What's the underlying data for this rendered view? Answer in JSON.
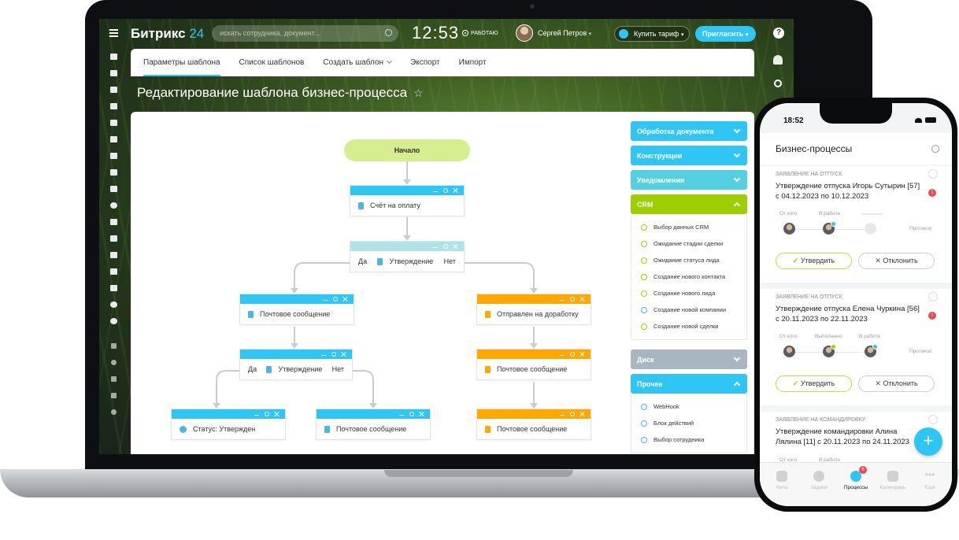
{
  "laptop": {
    "brand": "Битрикс",
    "brand_num": "24",
    "search_placeholder": "искать сотрудника, документ...",
    "time": "12:53",
    "work_status": "РАБОТАЮ",
    "user_name": "Сергей Петров",
    "buy_label": "Купить тариф",
    "invite_label": "Пригласить",
    "help": "?",
    "tabs": [
      "Параметры шаблона",
      "Список шаблонов",
      "Создать шаблон",
      "Экспорт",
      "Импорт"
    ],
    "page_title": "Редактирование шаблона бизнес-процесса",
    "star": "☆",
    "flow": {
      "start": "Начало",
      "invoice": "Счёт на оплату",
      "approval1": {
        "yes": "Да",
        "label": "Утверждение",
        "no": "Нет"
      },
      "mail1": "Почтовое сообщение",
      "revise": "Отправлен на доработку",
      "approval2": {
        "yes": "Да",
        "label": "Утверждение",
        "no": "Нет"
      },
      "mail2": "Почтовое сообщение",
      "status": "Статус: Утвержден",
      "mail3": "Почтовое сообщение",
      "mail4": "Почтовое сообщение"
    },
    "panel": {
      "doc_processing": "Обработка документа",
      "constructs": "Конструкции",
      "notifications": "Уведомления",
      "crm": "CRM",
      "crm_items": [
        "Выбор данных CRM",
        "Ожидание стадии сделки",
        "Ожидание статуса лида",
        "Создание нового контакта",
        "Создание нового лида",
        "Создание новой компании",
        "Создание новой сделки"
      ],
      "disk": "Диск",
      "other": "Прочее",
      "other_items": [
        "WebHook",
        "Блок действий",
        "Выбор сотрудника"
      ]
    }
  },
  "phone": {
    "time": "18:52",
    "title": "Бизнес-процессы",
    "cards": [
      {
        "category": "ЗАЯВЛЕНИЕ НА ОТПУСК",
        "title": "Утверждение отпуска Игорь Сутырин [57] с 04.12.2023 по 10.12.2023",
        "badge": "1",
        "steps": [
          "От кого",
          "В работе"
        ],
        "protocol": "Протокол",
        "approve": "Утвердить",
        "decline": "Отклонить"
      },
      {
        "category": "ЗАЯВЛЕНИЕ НА ОТПУСК",
        "title": "Утверждение отпуска Елена Чуркина [56] с 20.11.2023 по 22.11.2023",
        "badge": "1",
        "steps": [
          "От кого",
          "Выполнено",
          "В работе"
        ],
        "protocol": "Протокол",
        "approve": "Утвердить",
        "decline": "Отклонить"
      },
      {
        "category": "ЗАЯВЛЕНИЕ НА КОМАНДИРОВКУ",
        "title": "Утверждение командировки Алина Лялина [11] с 20.11.2023 по 24.11.2023",
        "steps": [
          "От кого",
          "В работе"
        ]
      }
    ],
    "fab": "+",
    "nav": [
      {
        "label": "Чаты"
      },
      {
        "label": "Задачи"
      },
      {
        "label": "Процессы",
        "badge": "6"
      },
      {
        "label": "Календарь"
      },
      {
        "label": "Ещё"
      }
    ]
  },
  "colors": {
    "accent": "#2fc6f6",
    "green": "#9dcf00",
    "orange": "#ffa900",
    "start": "#d5ef8f"
  }
}
